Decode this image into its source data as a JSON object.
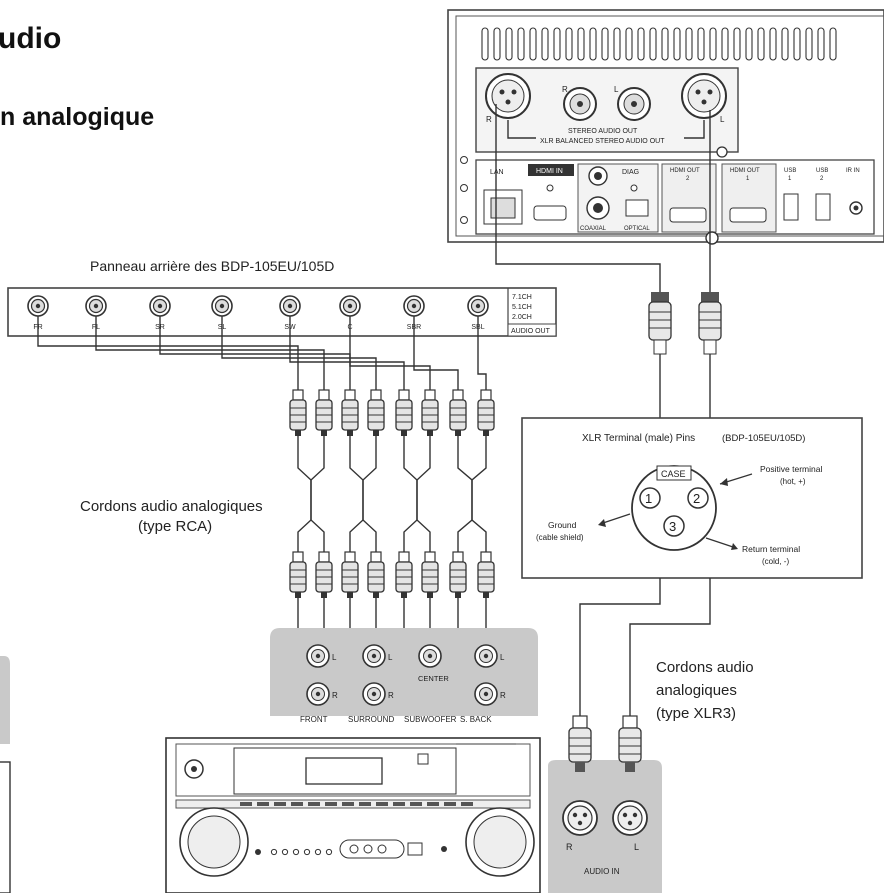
{
  "headings": {
    "title_fragment": "udio",
    "subtitle_fragment": "n analogique"
  },
  "player_rear": {
    "xlr_left_letter": "R",
    "xlr_right_letter": "L",
    "rca_r": "R",
    "rca_l": "L",
    "stereo_audio_out": "STEREO AUDIO OUT",
    "xlr_balanced": "XLR BALANCED STEREO AUDIO OUT",
    "ports": {
      "lan": "LAN",
      "hdmi_in": "HDMI IN",
      "diag": "DIAG",
      "coaxial": "COAXIAL",
      "optical": "OPTICAL",
      "hdmi_out2_a": "HDMI OUT",
      "hdmi_out2_b": "2",
      "hdmi_out1_a": "HDMI OUT",
      "hdmi_out1_b": "1",
      "usb1_a": "USB",
      "usb1_b": "1",
      "usb2_a": "USB",
      "usb2_b": "2",
      "ir_in": "IR IN"
    }
  },
  "rear_panel_caption": "Panneau arrière des BDP-105EU/105D",
  "multichannel": {
    "jacks": [
      "FR",
      "FL",
      "SR",
      "SL",
      "SW",
      "C",
      "SBR",
      "SBL"
    ],
    "modes": [
      "7.1CH",
      "5.1CH",
      "2.0CH"
    ],
    "audio_out": "AUDIO OUT"
  },
  "rca_caption": {
    "line1": "Cordons audio analogiques",
    "line2": "(type RCA)"
  },
  "xlr_box": {
    "title": "XLR Terminal (male) Pins",
    "model": "(BDP-105EU/105D)",
    "case": "CASE",
    "pin1": "1",
    "pin2": "2",
    "pin3": "3",
    "positive": "Positive terminal",
    "positive_sub": "(hot, +)",
    "ground": "Ground",
    "ground_sub": "(cable shield)",
    "return": "Return terminal",
    "return_sub": "(cold, -)"
  },
  "receiver_inputs": {
    "l": "L",
    "r": "R",
    "center": "CENTER",
    "front": "FRONT",
    "surround": "SURROUND",
    "subwoofer": "SUBWOOFER",
    "sback": "S. BACK"
  },
  "xlr_caption": {
    "line1": "Cordons audio",
    "line2": "analogiques",
    "line3": "(type XLR3)"
  },
  "audio_in": {
    "r": "R",
    "l": "L",
    "label": "AUDIO IN"
  },
  "colors": {
    "line": "#333333",
    "gray_panel": "#c9c9c9",
    "text": "#222222"
  }
}
